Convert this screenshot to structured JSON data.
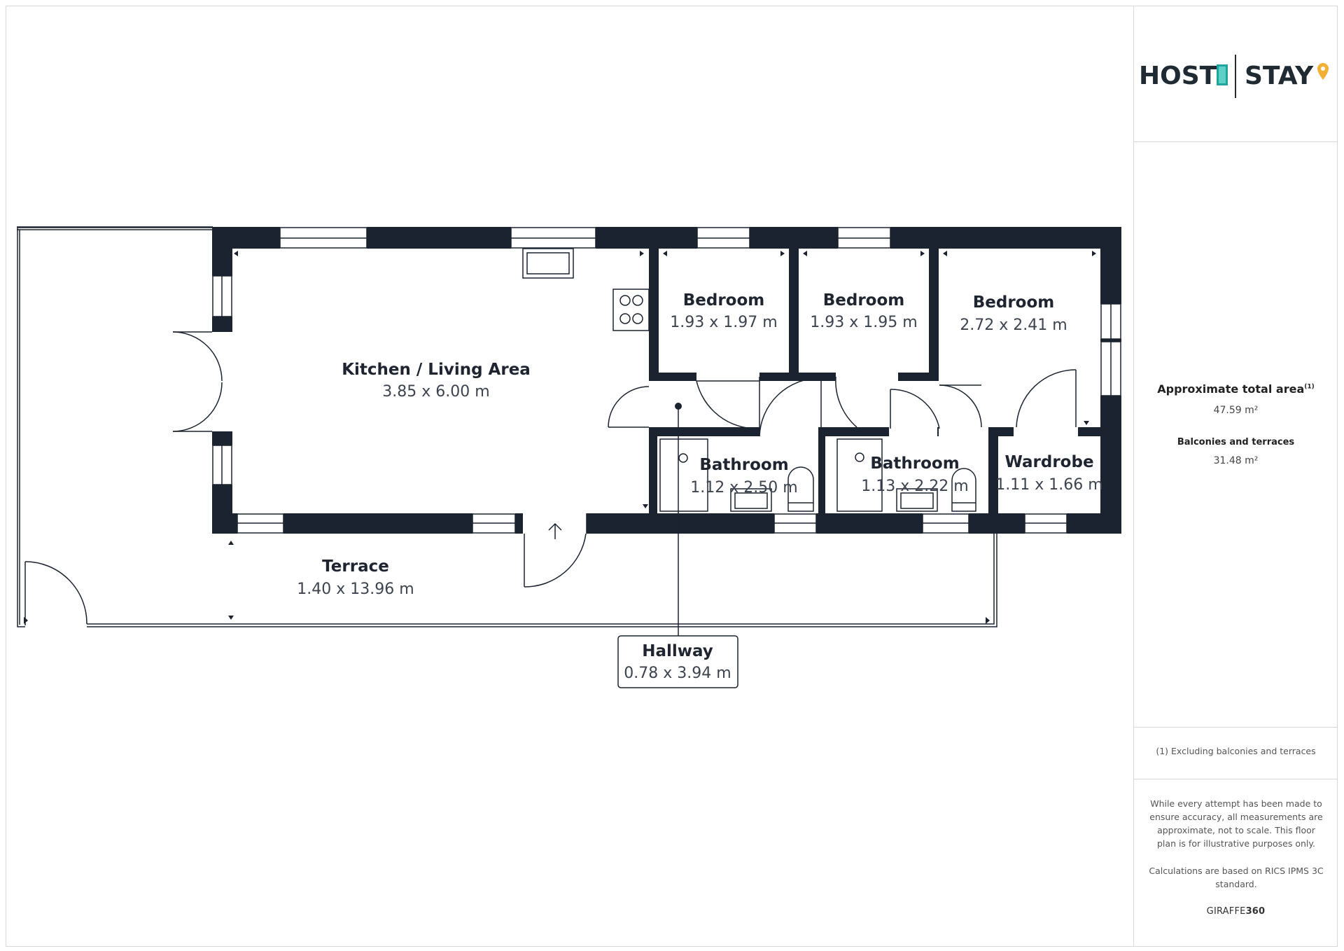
{
  "rooms": {
    "kitchen": {
      "name": "Kitchen / Living Area",
      "dims": "3.85 x 6.00 m"
    },
    "bedroom1": {
      "name": "Bedroom",
      "dims": "1.93 x 1.97 m"
    },
    "bedroom2": {
      "name": "Bedroom",
      "dims": "1.93 x 1.95 m"
    },
    "bedroom3": {
      "name": "Bedroom",
      "dims": "2.72 x 2.41 m"
    },
    "bathroom1": {
      "name": "Bathroom",
      "dims": "1.12 x 2.50 m"
    },
    "bathroom2": {
      "name": "Bathroom",
      "dims": "1.13 x 2.22 m"
    },
    "wardrobe": {
      "name": "Wardrobe",
      "dims": "1.11 x 1.66 m"
    },
    "terrace": {
      "name": "Terrace",
      "dims": "1.40 x 13.96 m"
    },
    "hallway": {
      "name": "Hallway",
      "dims": "0.78 x 3.94 m"
    }
  },
  "logo": {
    "left": "HOST",
    "right": "STAY",
    "accent_teal": "#1fa5a0",
    "accent_gold": "#f2b035"
  },
  "sidebar": {
    "area_title": "Approximate total area",
    "area_sup": "(1)",
    "area_value": "47.59 m²",
    "balconies_title": "Balconies and terraces",
    "balconies_value": "31.48 m²",
    "footnote": "(1) Excluding balconies and terraces",
    "disclaimer": "While every attempt has been made to ensure accuracy, all measurements are approximate, not to scale. This floor plan is for illustrative purposes only.",
    "calculation": "Calculations are based on RICS IPMS 3C standard.",
    "brand_a": "GIRAFFE",
    "brand_b": "360"
  },
  "colors": {
    "wall": "#1b2330",
    "text": "#1f2530",
    "dims": "#3d4450",
    "frame": "#d8d8d8"
  }
}
